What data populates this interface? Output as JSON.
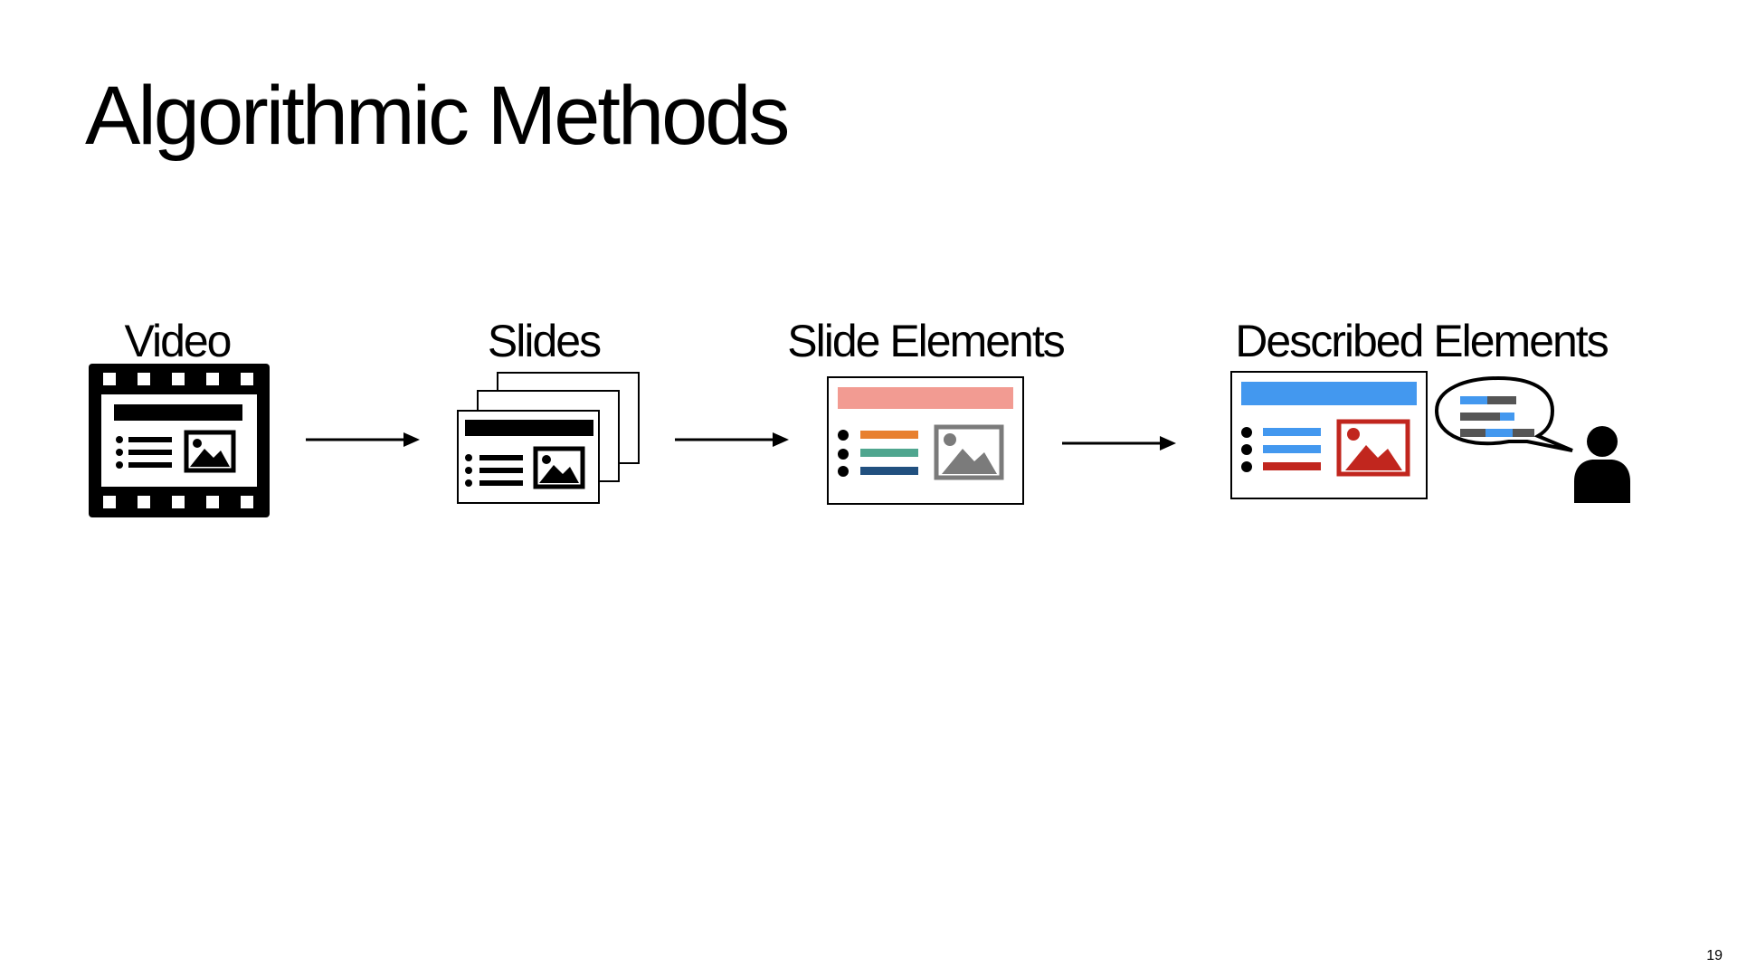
{
  "slide": {
    "title": "Algorithmic Methods",
    "page_number": "19"
  },
  "stages": [
    {
      "label": "Video",
      "icon": "video-film-icon"
    },
    {
      "label": "Slides",
      "icon": "slide-stack-icon"
    },
    {
      "label": "Slide Elements",
      "icon": "slide-elements-icon"
    },
    {
      "label": "Described Elements",
      "icon": "described-elements-icon"
    }
  ],
  "colors": {
    "title_bar_pink": "#f29b92",
    "text_line_orange": "#e8802f",
    "text_line_teal": "#4fa68f",
    "text_line_navy": "#21507f",
    "image_gray": "#7b7b7b",
    "accent_blue": "#4398ef",
    "accent_red": "#c1261e",
    "bubble_dark_gray": "#555555"
  }
}
